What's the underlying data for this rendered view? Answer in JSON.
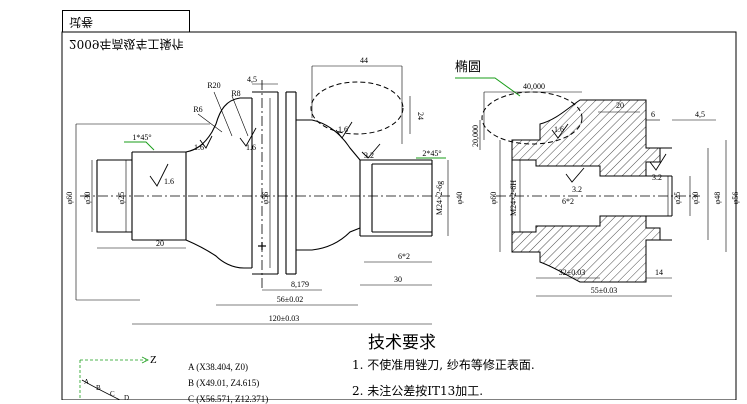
{
  "title": "2009年高级车工操作试卷",
  "ellipse_label": "椭圆",
  "requirements": {
    "heading": "技术要求",
    "items": [
      "1. 不使准用锉刀, 纱布等修正表面.",
      "2. 未注公差按IT13加工."
    ]
  },
  "points": [
    {
      "label": "A",
      "coord": "(X38.404, Z0)"
    },
    {
      "label": "B",
      "coord": "(X49.01, Z4.615)"
    },
    {
      "label": "C",
      "coord": "(X56.571, Z12.371)"
    }
  ],
  "axis": {
    "z": "Z",
    "a": "A",
    "b": "B",
    "c": "C",
    "d": "D"
  },
  "left_view": {
    "dims": {
      "d60": "φ60",
      "d30": "φ30",
      "d25": "φ25",
      "d56": "φ56",
      "d40": "φ40",
      "m24": "M24×2-6g",
      "len20": "20",
      "len8": "8,179",
      "len56": "56±0.02",
      "len120": "120±0.03",
      "len30": "30",
      "len6x2": "6*2",
      "len44": "44",
      "len24": "24",
      "len4_5": "4,5",
      "r20": "R20",
      "r6": "R6",
      "r8": "R8",
      "ch1": "1*45°",
      "ch2": "2*45°",
      "rough16a": "1.6",
      "rough16b": "1.6",
      "rough16c": "1.6",
      "rough16d": "1.6",
      "rough32": "3.2"
    }
  },
  "right_view": {
    "dims": {
      "d60": "φ60",
      "m24": "M24×2-6H",
      "d25": "φ25",
      "d30": "φ30",
      "d48": "φ48",
      "d56": "φ56",
      "len40": "40,000",
      "len20": "20",
      "len20b": "20,000",
      "len6": "6",
      "len4_5": "4,5",
      "len32": "32±0.03",
      "len14": "14",
      "len55": "55±0.03",
      "len6x2": "6*2",
      "rough16": "1.6",
      "rough32a": "3.2",
      "rough32b": "3.2"
    }
  }
}
